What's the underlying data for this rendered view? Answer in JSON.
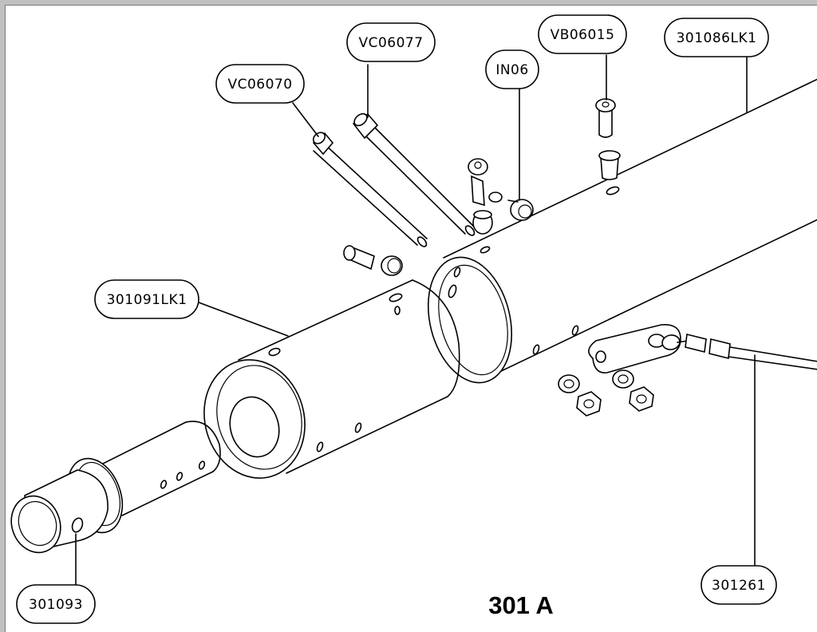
{
  "drawing": {
    "figure_label": "301 A",
    "callouts": {
      "vc06077": "VC06077",
      "vb06015": "VB06015",
      "part_301086lk1": "301086LK1",
      "in06": "IN06",
      "vc06070": "VC06070",
      "part_301091lk1": "301091LK1",
      "part_301093": "301093",
      "part_301261": "301261"
    }
  }
}
